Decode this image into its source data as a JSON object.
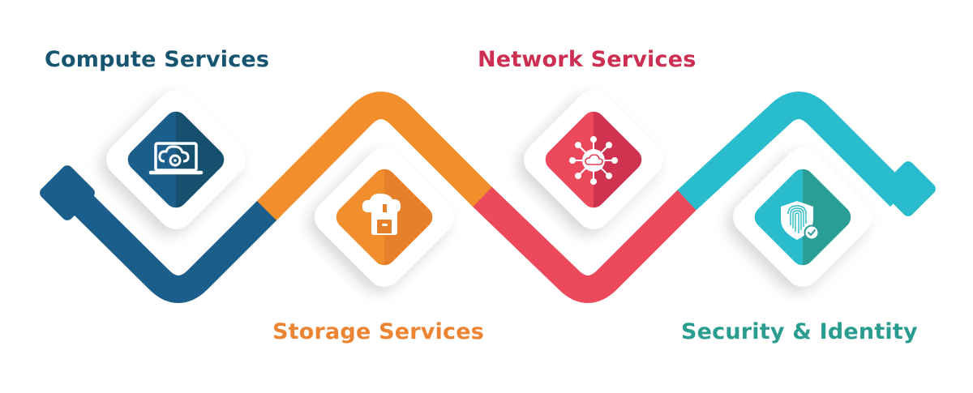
{
  "diagram": {
    "type": "wave-infographic",
    "colors": {
      "compute": "#1b5e8c",
      "compute_dark": "#16506f",
      "compute_label": "#175470",
      "storage": "#f28e2b",
      "storage_dark": "#e6802a",
      "storage_label": "#ec8432",
      "network": "#ec4a5c",
      "network_dark": "#cf3350",
      "network_label": "#cc2f52",
      "security": "#29bccd",
      "security_dark": "#2a9d95",
      "security_label": "#2a9d90"
    },
    "items": [
      {
        "id": "compute",
        "label": "Compute Services",
        "icon": "laptop-cloud-gear-icon",
        "position": "top"
      },
      {
        "id": "storage",
        "label": "Storage Services",
        "icon": "cloud-floppy-disk-icon",
        "position": "bottom"
      },
      {
        "id": "network",
        "label": "Network Services",
        "icon": "cloud-network-hub-icon",
        "position": "top"
      },
      {
        "id": "security",
        "label": "Security & Identity",
        "icon": "fingerprint-shield-check-icon",
        "position": "bottom"
      }
    ]
  }
}
